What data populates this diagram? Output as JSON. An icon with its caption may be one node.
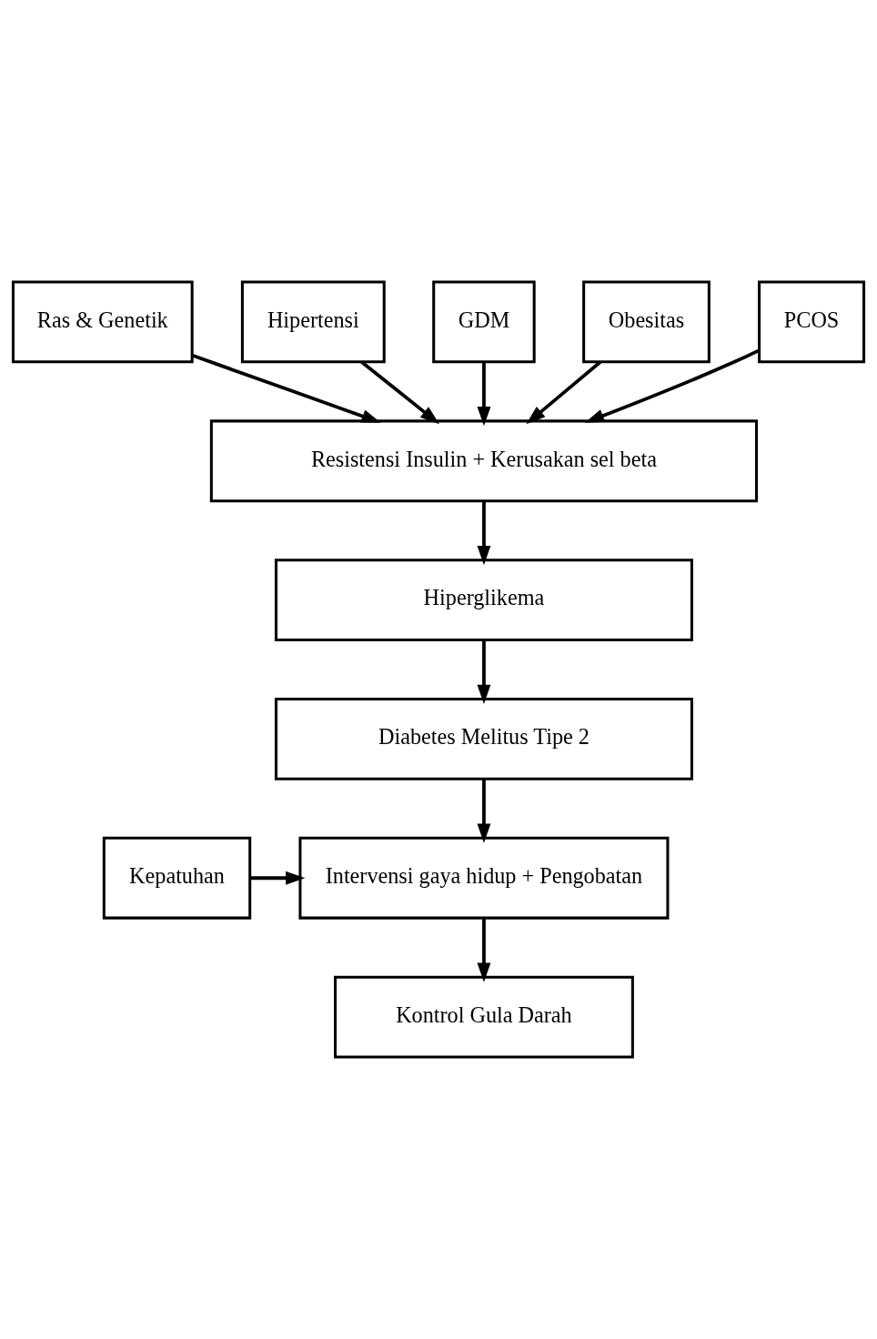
{
  "diagram": {
    "nodes": [
      {
        "text": [
          "Ras & Genetik"
        ]
      },
      {
        "text": [
          "Hipertensi"
        ]
      },
      {
        "text": [
          "GDM"
        ]
      },
      {
        "text": [
          "Obesitas"
        ]
      },
      {
        "text": [
          "PCOS"
        ]
      },
      {
        "text": [
          "Resistensi Insulin + Kerusakan sel beta"
        ]
      },
      {
        "text": [
          "Hiperglikema"
        ]
      },
      {
        "text": [
          "Diabetes Melitus Tipe 2"
        ]
      },
      {
        "text": [
          "Kepatuhan"
        ]
      },
      {
        "text": [
          "Intervensi gaya hidup + Pengobatan"
        ]
      },
      {
        "text": [
          "Kontrol Gula Darah"
        ]
      }
    ],
    "edges": [
      {
        "from": 0,
        "to": 5,
        "arrow": "to"
      },
      {
        "from": 3,
        "to": 5,
        "arrow": "to"
      },
      {
        "from": 1,
        "to": 5,
        "arrow": "to"
      },
      {
        "from": 4,
        "to": 5,
        "arrow": "to"
      },
      {
        "from": 2,
        "to": 5,
        "arrow": "to"
      },
      {
        "from": 5,
        "to": 6,
        "arrow": "to"
      },
      {
        "from": 6,
        "to": 7,
        "arrow": "to"
      },
      {
        "from": 7,
        "to": 9,
        "arrow": "to"
      },
      {
        "from": 8,
        "to": 9,
        "arrow": "to"
      },
      {
        "from": 9,
        "to": 10,
        "arrow": "to"
      }
    ]
  }
}
